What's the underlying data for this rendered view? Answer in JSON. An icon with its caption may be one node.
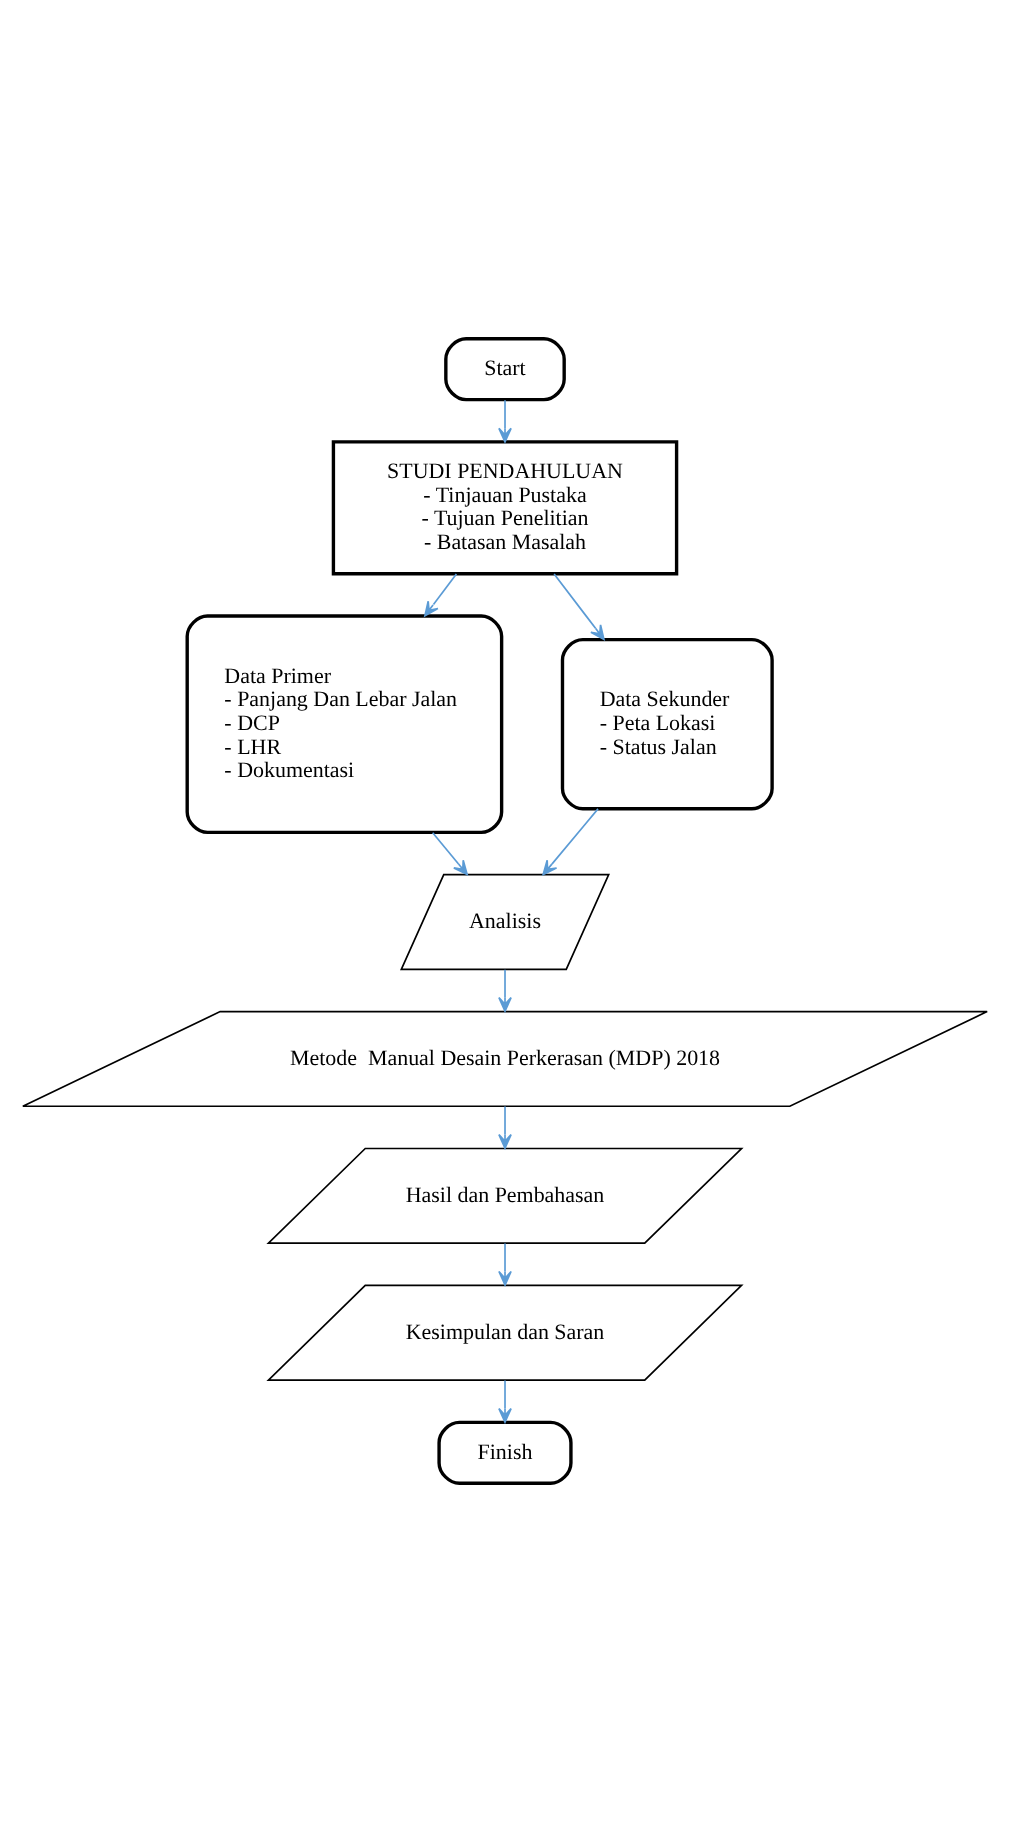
{
  "diagram": {
    "nodes": [
      {
        "text": [
          "Start"
        ]
      },
      {
        "text": [
          "STUDI PENDAHULUAN",
          "- Tinjauan Pustaka",
          "- Tujuan Penelitian",
          "- Batasan Masalah"
        ]
      },
      {
        "text": [
          "Data Primer",
          "- Panjang Dan Lebar Jalan",
          "- DCP",
          "- LHR",
          "- Dokumentasi"
        ]
      },
      {
        "text": [
          "Data Sekunder",
          "- Peta Lokasi",
          "- Status Jalan"
        ]
      },
      {
        "text": [
          "Analisis"
        ]
      },
      {
        "text": [
          "Metode  Manual Desain Perkerasan (MDP) 2018"
        ]
      },
      {
        "text": [
          "Hasil dan Pembahasan"
        ]
      },
      {
        "text": [
          "Kesimpulan dan Saran"
        ]
      },
      {
        "text": [
          "Finish"
        ]
      }
    ],
    "edges": [
      {
        "from": 0,
        "to": 1,
        "arrow": "to"
      },
      {
        "from": 1,
        "to": 2,
        "arrow": "to"
      },
      {
        "from": 1,
        "to": 3,
        "arrow": "to"
      },
      {
        "from": 2,
        "to": 4,
        "arrow": "to"
      },
      {
        "from": 3,
        "to": 4,
        "arrow": "to"
      },
      {
        "from": 4,
        "to": 5,
        "arrow": "to"
      },
      {
        "from": 5,
        "to": 6,
        "arrow": "to"
      },
      {
        "from": 6,
        "to": 7,
        "arrow": "to"
      },
      {
        "from": 7,
        "to": 8,
        "arrow": "to"
      }
    ]
  }
}
